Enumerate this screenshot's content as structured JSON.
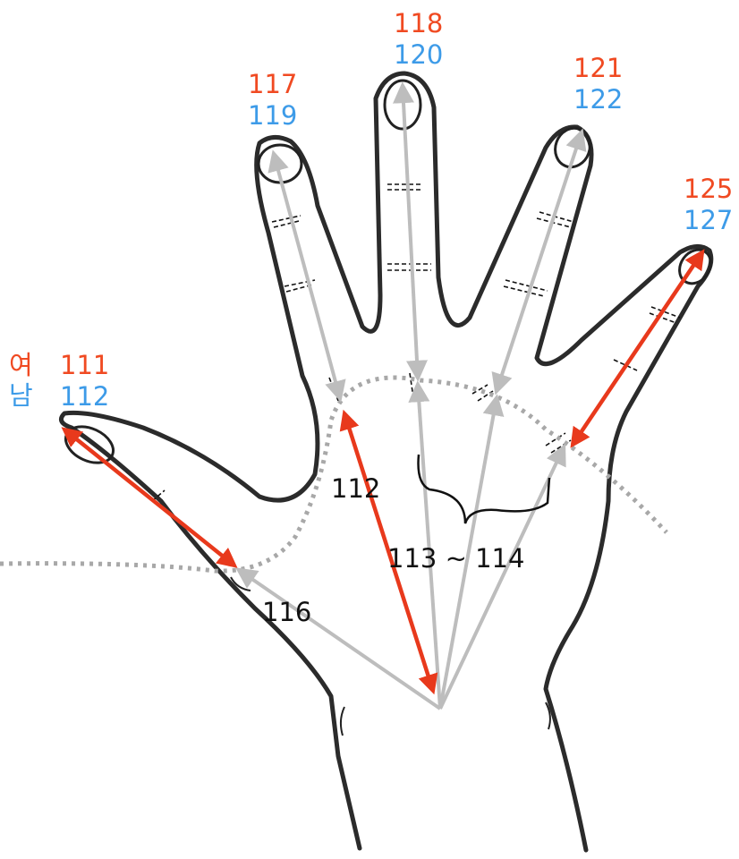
{
  "legend": {
    "female": "여",
    "male": "남",
    "female_color": "#f04a22",
    "male_color": "#3d9be8"
  },
  "fingers": {
    "thumb": {
      "female": "111",
      "male": "112"
    },
    "index": {
      "female": "117",
      "male": "119"
    },
    "middle": {
      "female": "118",
      "male": "120"
    },
    "ring": {
      "female": "121",
      "male": "122"
    },
    "little": {
      "female": "125",
      "male": "127"
    }
  },
  "segments": {
    "index_palm": "112",
    "palm_range": "113 ~ 114",
    "thumb_base": "116"
  },
  "colors": {
    "outline": "#2b2b2b",
    "guide_arrow": "#bdbdbd",
    "highlight_arrow": "#e8391c",
    "crease_dots": "#a8a8a8"
  }
}
